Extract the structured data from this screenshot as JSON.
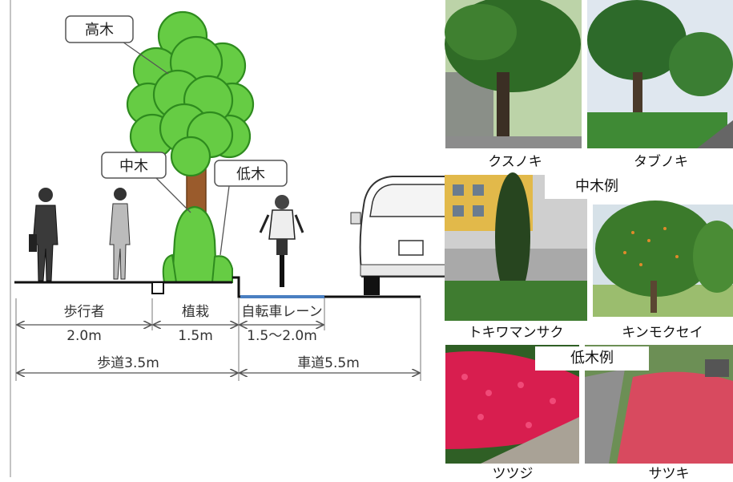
{
  "diagram": {
    "callouts": {
      "tall": "高木",
      "medium": "中木",
      "low": "低木"
    },
    "dimensions": {
      "pedestrian": {
        "label": "歩行者",
        "value": "2.0m"
      },
      "planting": {
        "label": "植栽",
        "value": "1.5m"
      },
      "bike_lane": {
        "label": "自転車レーン",
        "value": "1.5〜2.0m"
      },
      "sidewalk_total": "歩道3.5m",
      "roadway": "車道5.5m"
    }
  },
  "photos": {
    "tall": [
      {
        "caption": "クスノキ"
      },
      {
        "caption": "タブノキ"
      }
    ],
    "medium_heading": "中木例",
    "medium": [
      {
        "caption": "トキワマンサク"
      },
      {
        "caption": "キンモクセイ"
      }
    ],
    "low_heading": "低木例",
    "low": [
      {
        "caption": "ツツジ"
      },
      {
        "caption": "サツキ"
      }
    ]
  },
  "colors": {
    "foliage": "#66CC44",
    "foliage_outline": "#2E8B1E",
    "trunk": "#9A5B2C",
    "bike_lane_line": "#4A7FC1",
    "azalea": "#D81E4F"
  }
}
